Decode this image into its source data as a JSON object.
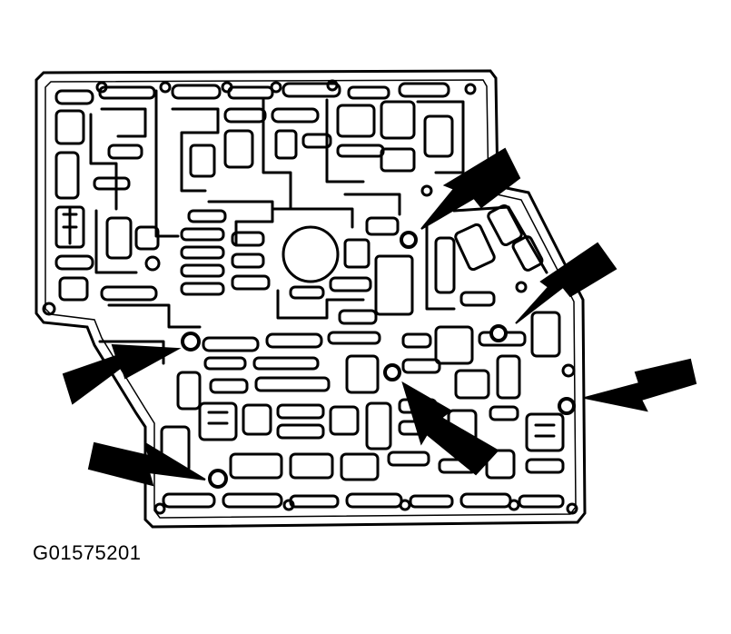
{
  "figure": {
    "id_label": "G01575201"
  },
  "colors": {
    "ink": "#000000",
    "paper": "#ffffff"
  },
  "callouts": [
    {
      "name": "check-ball-upper-center",
      "icon": "arrow-icon"
    },
    {
      "name": "check-ball-right-upper",
      "icon": "arrow-icon"
    },
    {
      "name": "check-ball-left",
      "icon": "arrow-icon"
    },
    {
      "name": "check-ball-center",
      "icon": "arrow-icon"
    },
    {
      "name": "check-ball-right",
      "icon": "arrow-icon"
    },
    {
      "name": "check-ball-lower-left",
      "icon": "arrow-icon"
    }
  ]
}
